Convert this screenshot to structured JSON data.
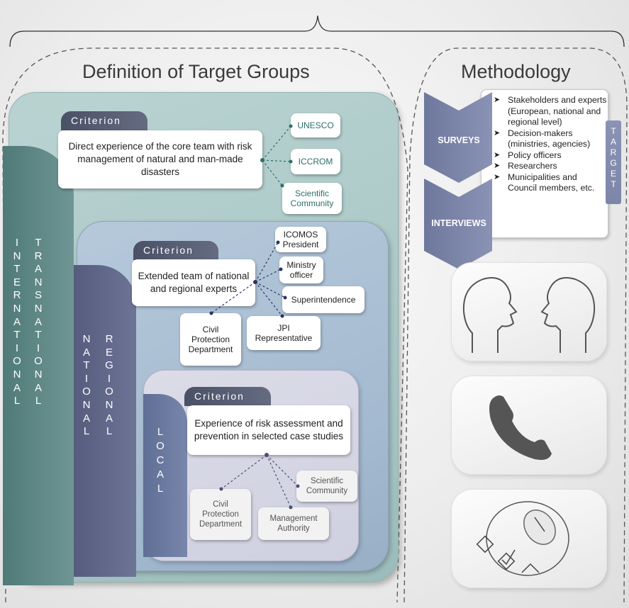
{
  "titles": {
    "left": "Definition of Target Groups",
    "right": "Methodology"
  },
  "levels": {
    "international": "INTERNATIONAL",
    "transnational": "TRANSNATIONAL",
    "national": "NATIONAL",
    "regional": "REGIONAL",
    "local": "LOCAL"
  },
  "international": {
    "criterion_label": "Criterion",
    "criterion_text": "Direct experience of the core team with risk management of natural and man-made disasters",
    "nodes": [
      "UNESCO",
      "ICCROM",
      "Scientific Community"
    ]
  },
  "national": {
    "criterion_label": "Criterion",
    "criterion_text": "Extended team of national and regional experts",
    "nodes": [
      "ICOMOS President",
      "Ministry officer",
      "Superintendence",
      "JPI Representative",
      "Civil Protection Department"
    ]
  },
  "local": {
    "criterion_label": "Criterion",
    "criterion_text": "Experience of risk assessment and prevention in selected case studies",
    "nodes": [
      "Scientific Community",
      "Civil Protection Department",
      "Management Authority"
    ]
  },
  "methodology": {
    "surveys": "SURVEYS",
    "interviews": "INTERVIEWS",
    "target_list": [
      "Stakeholders and experts (European, national and regional level)",
      "Decision-makers (ministries, agencies)",
      "Policy officers",
      "Researchers",
      "Municipalities and Council members, etc."
    ],
    "target_label": "TARGET",
    "icons": [
      "face-to-face-icon",
      "phone-icon",
      "online-survey-icon"
    ]
  },
  "colors": {
    "international_panel": "#a9c7c6",
    "national_panel": "#a3b9cf",
    "local_panel": "#cfd0e0",
    "criterion_tab": "#4a5066",
    "chevron": "#7c86a8",
    "teal_text": "#2d6e6a"
  }
}
